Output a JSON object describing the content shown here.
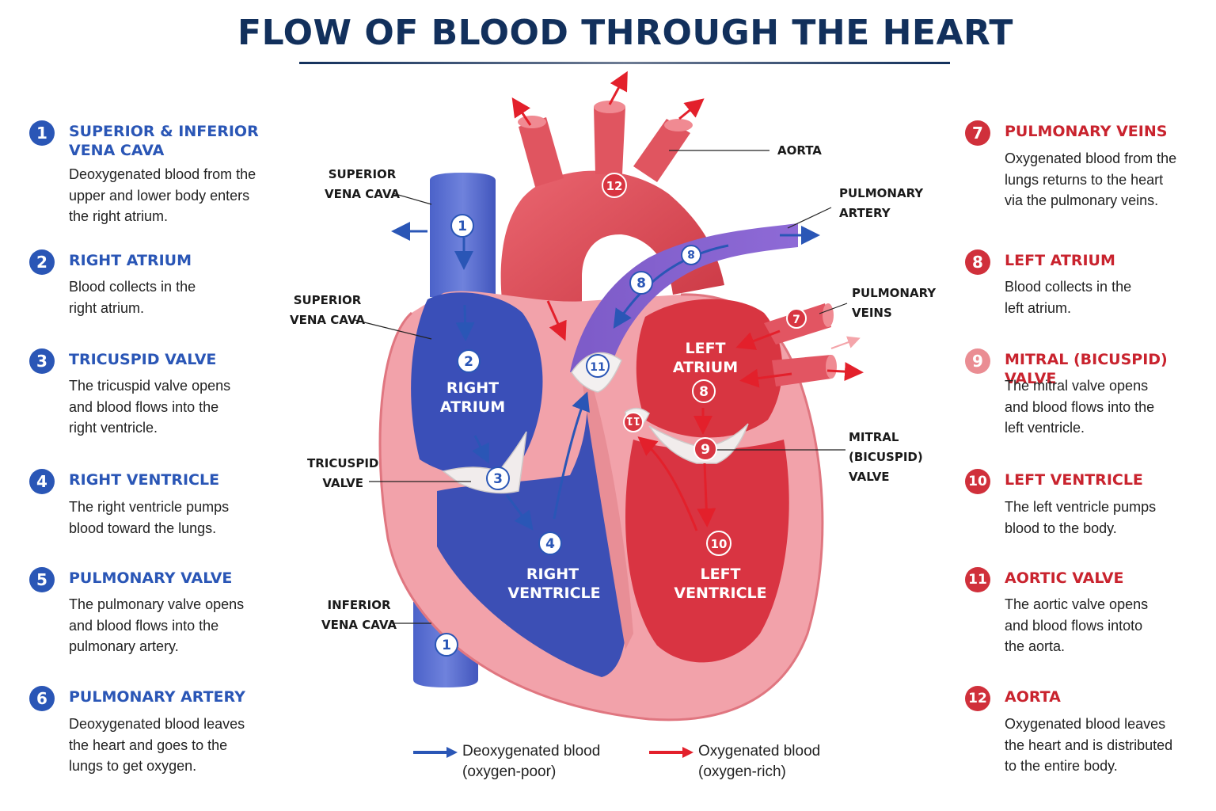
{
  "title": "FLOW OF BLOOD THROUGH THE HEART",
  "colors": {
    "deoxygenated": "#2a56b6",
    "oxygenated": "#d0303b",
    "title": "#12305c"
  },
  "left_steps": [
    {
      "num": "1",
      "title_line1": "SUPERIOR & INFERIOR",
      "title_line2": "VENA CAVA",
      "line1": "Deoxygenated blood from the",
      "line2": "upper and lower body enters",
      "line3": "the right atrium."
    },
    {
      "num": "2",
      "title_line1": "RIGHT ATRIUM",
      "line1": "Blood collects in the",
      "line2": "right atrium."
    },
    {
      "num": "3",
      "title_line1": "TRICUSPID VALVE",
      "line1": "The tricuspid valve opens",
      "line2": "and blood flows into the",
      "line3": "right ventricle."
    },
    {
      "num": "4",
      "title_line1": "RIGHT VENTRICLE",
      "line1": "The right ventricle pumps",
      "line2": "blood toward the lungs."
    },
    {
      "num": "5",
      "title_line1": "PULMONARY VALVE",
      "line1": "The pulmonary valve opens",
      "line2": "and blood flows into the",
      "line3": "pulmonary artery."
    },
    {
      "num": "6",
      "title_line1": "PULMONARY ARTERY",
      "line1": "Deoxygenated blood leaves",
      "line2": "the heart and goes to the",
      "line3": "lungs to get oxygen."
    }
  ],
  "right_steps": [
    {
      "num": "7",
      "title_line1": "PULMONARY VEINS",
      "line1": "Oxygenated blood from the",
      "line2": "lungs returns to the heart",
      "line3": "via the pulmonary veins."
    },
    {
      "num": "8",
      "title_line1": "LEFT ATRIUM",
      "line1": "Blood collects in the",
      "line2": "left atrium."
    },
    {
      "num": "9",
      "title_line1": "MITRAL (BICUSPID) VALVE",
      "line1": "The mitral valve opens",
      "line2": "and blood flows into the",
      "line3": "left ventricle."
    },
    {
      "num": "10",
      "title_line1": "LEFT VENTRICLE",
      "line1": "The left ventricle pumps",
      "line2": "blood to the body."
    },
    {
      "num": "11",
      "title_line1": "AORTIC VALVE",
      "line1": "The aortic valve opens",
      "line2": "and blood flows intoto",
      "line3": "the aorta."
    },
    {
      "num": "12",
      "title_line1": "AORTA",
      "line1": "Oxygenated blood leaves",
      "line2": "the heart and is distributed",
      "line3": "to the entire body."
    }
  ],
  "diagram": {
    "labels": {
      "svc_top_1": "SUPERIOR",
      "svc_top_2": "VENA CAVA",
      "svc_mid_1": "SUPERIOR",
      "svc_mid_2": "VENA CAVA",
      "tricuspid_1": "TRICUSPID",
      "tricuspid_2": "VALVE",
      "ivc_1": "INFERIOR",
      "ivc_2": "VENA CAVA",
      "aorta": "AORTA",
      "pa_1": "PULMONARY",
      "pa_2": "ARTERY",
      "pv_1": "PULMONARY",
      "pv_2": "VEINS",
      "mitral_1": "MITRAL",
      "mitral_2": "(BICUSPID)",
      "mitral_3": "VALVE"
    },
    "chambers": {
      "ra_1": "RIGHT",
      "ra_2": "ATRIUM",
      "rv_1": "RIGHT",
      "rv_2": "VENTRICLE",
      "la_1": "LEFT",
      "la_2": "ATRIUM",
      "lv_1": "LEFT",
      "lv_2": "VENTRICLE"
    },
    "markers": {
      "m1_top": "1",
      "m1_bottom": "1",
      "m2": "2",
      "m3": "3",
      "m4": "4",
      "m8_pa": "8",
      "m8_pa_mirrored": "8",
      "m7": "7",
      "m8_la": "8",
      "m9": "9",
      "m10": "10",
      "m11_aortic": "11",
      "m11_mirrored": "11",
      "m12": "12"
    }
  },
  "legend": {
    "deoxy_line1": "Deoxygenated blood",
    "deoxy_line2": "(oxygen-poor)",
    "oxy_line1": "Oxygenated blood",
    "oxy_line2": "(oxygen-rich)"
  }
}
